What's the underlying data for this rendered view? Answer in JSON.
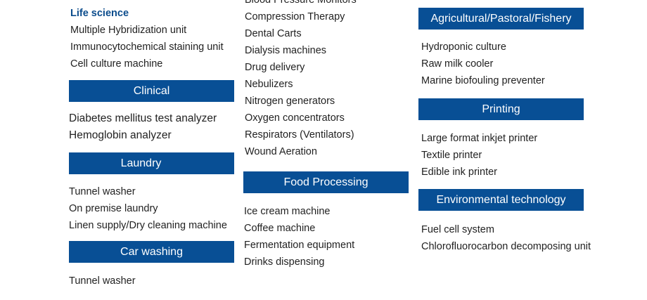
{
  "column1": {
    "life_science": {
      "title": "Life science",
      "items": [
        "Multiple Hybridization unit",
        "Immunocytochemical staining unit",
        "Cell culture machine"
      ]
    },
    "clinical": {
      "title": "Clinical",
      "items": [
        "Diabetes mellitus test analyzer",
        "Hemoglobin analyzer"
      ]
    },
    "laundry": {
      "title": "Laundry",
      "items": [
        "Tunnel washer",
        "On premise laundry",
        "Linen supply/Dry cleaning machine"
      ]
    },
    "car_washing": {
      "title": "Car washing",
      "items": [
        "Tunnel washer"
      ]
    }
  },
  "column2": {
    "medical": {
      "items": [
        "Blood Pressure Monitors",
        "Compression Therapy",
        "Dental Carts",
        "Dialysis machines",
        "Drug delivery",
        "Nebulizers",
        "Nitrogen generators",
        "Oxygen concentrators",
        "Respirators (Ventilators)",
        "Wound Aeration"
      ]
    },
    "food_processing": {
      "title": "Food Processing",
      "items": [
        "Ice cream machine",
        "Coffee machine",
        "Fermentation equipment",
        "Drinks dispensing"
      ]
    }
  },
  "column3": {
    "agricultural": {
      "title": "Agricultural/Pastoral/Fishery",
      "items": [
        "Hydroponic culture",
        "Raw milk cooler",
        "Marine biofouling preventer"
      ]
    },
    "printing": {
      "title": "Printing",
      "items": [
        "Large format inkjet printer",
        "Textile printer",
        "Edible ink printer"
      ]
    },
    "environmental": {
      "title": "Environmental technology",
      "items": [
        "Fuel cell system",
        "Chlorofluorocarbon decomposing unit"
      ]
    }
  },
  "colors": {
    "header_bar": "#084f95",
    "subhead_text": "#0b4c8c",
    "body_text": "#222222"
  }
}
